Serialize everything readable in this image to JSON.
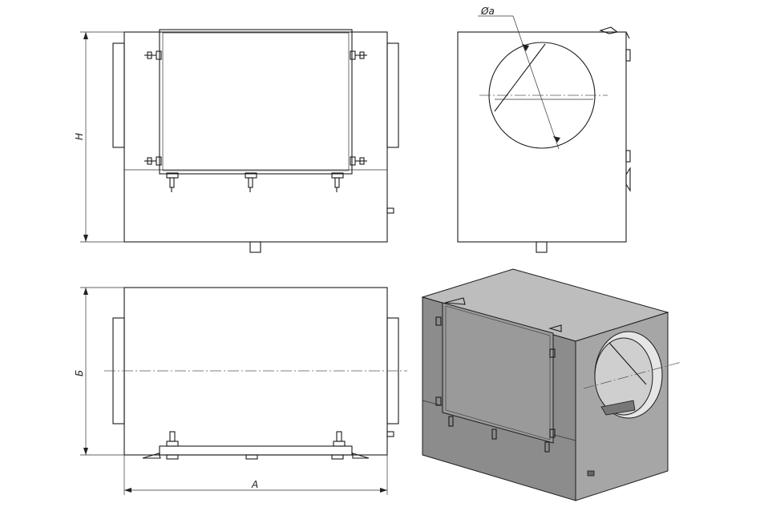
{
  "labels": {
    "height": "H",
    "width": "A",
    "depth": "Б",
    "diameter": "Øa"
  },
  "colors": {
    "line": "#1a1a1a",
    "body_top": "#bdbdbd",
    "body_front": "#8c8c8c",
    "body_side": "#a6a6a6",
    "panel": "#9a9a9a"
  }
}
